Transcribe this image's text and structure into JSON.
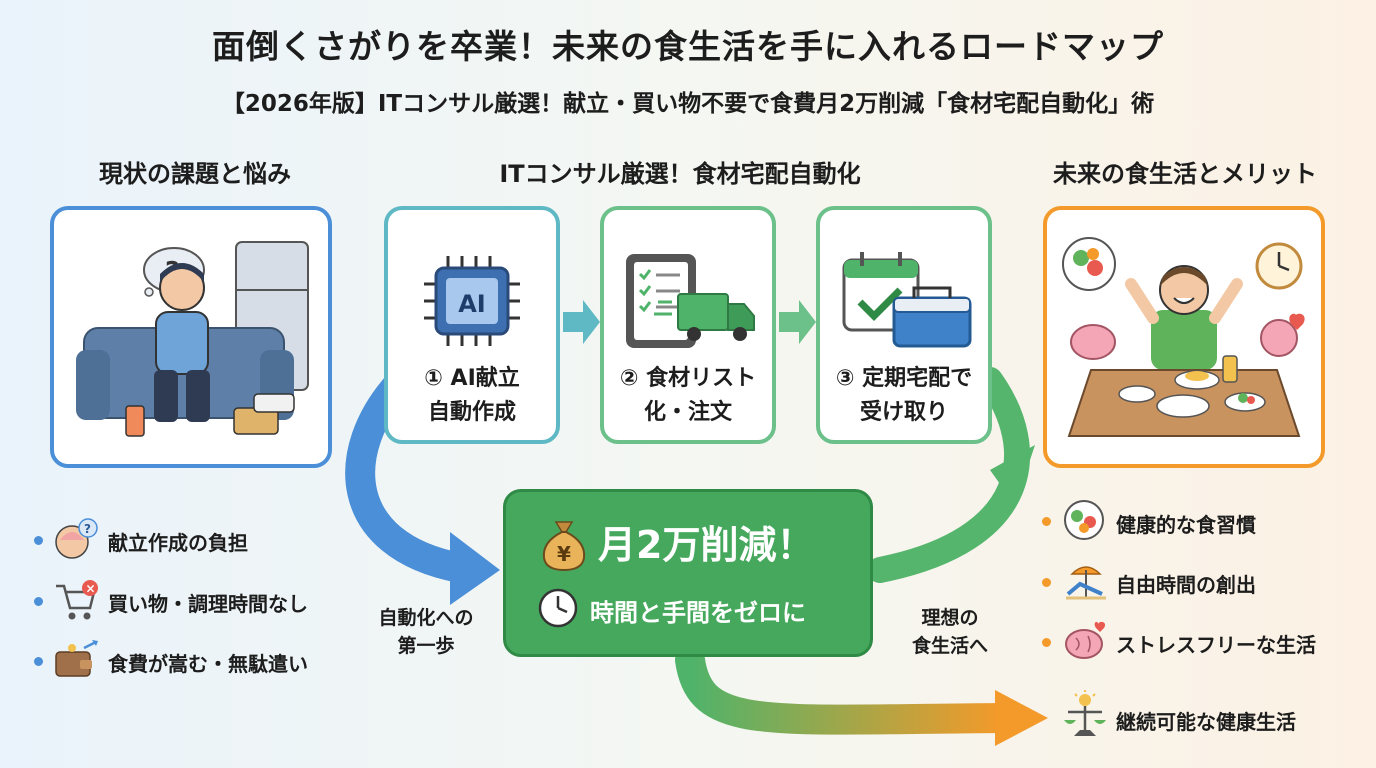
{
  "header": {
    "title": "面倒くさがりを卒業！未来の食生活を手に入れるロードマップ",
    "subtitle": "【2026年版】ITコンサル厳選！献立・買い物不要で食費月2万削減「食材宅配自動化」術"
  },
  "left": {
    "heading": "現状の課題と悩み",
    "bullets": [
      "献立作成の負担",
      "買い物・調理時間なし",
      "食費が嵩む・無駄遣い"
    ]
  },
  "middle": {
    "heading": "ITコンサル厳選！食材宅配自動化",
    "steps": [
      {
        "line1": "① AI献立",
        "line2": "自動作成",
        "chip": "AI"
      },
      {
        "line1": "② 食材リスト",
        "line2": "化・注文"
      },
      {
        "line1": "③ 定期宅配で",
        "line2": "受け取り"
      }
    ],
    "savings": {
      "main": "月2万削減！",
      "sub": "時間と手間をゼロに",
      "currency": "¥"
    }
  },
  "right": {
    "heading": "未来の食生活とメリット",
    "bullets": [
      "健康的な食習慣",
      "自由時間の創出",
      "ストレスフリーな生活"
    ],
    "final": "継続可能な健康生活"
  },
  "flow": {
    "left_label": [
      "自動化への",
      "第一歩"
    ],
    "right_label": [
      "理想の",
      "食生活へ"
    ]
  },
  "colors": {
    "blue": "#4a8fd8",
    "green": "#4fb36a",
    "orange": "#f39a2a"
  }
}
